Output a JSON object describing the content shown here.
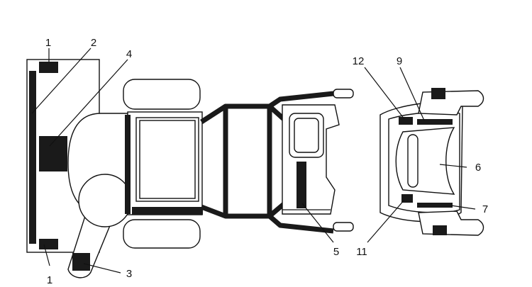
{
  "callouts": [
    {
      "id": "c1a",
      "label": "1"
    },
    {
      "id": "c2",
      "label": "2"
    },
    {
      "id": "c4",
      "label": "4"
    },
    {
      "id": "c12",
      "label": "12"
    },
    {
      "id": "c9",
      "label": "9"
    },
    {
      "id": "c6",
      "label": "6"
    },
    {
      "id": "c7",
      "label": "7"
    },
    {
      "id": "c11",
      "label": "11"
    },
    {
      "id": "c5",
      "label": "5"
    },
    {
      "id": "c3",
      "label": "3"
    },
    {
      "id": "c1b",
      "label": "1"
    }
  ],
  "colors": {
    "line": "#111111",
    "fill_dark": "#1a1a1a",
    "background": "#ffffff"
  }
}
